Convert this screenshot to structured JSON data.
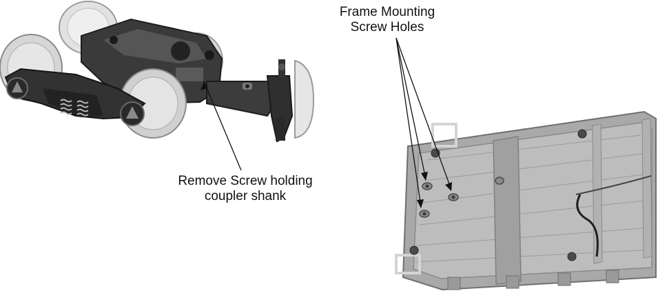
{
  "labels": {
    "coupler_screw": {
      "line1": "Remove Screw holding",
      "line2": "coupler shank"
    },
    "frame_holes": {
      "line1": "Frame Mounting",
      "line2": "Screw Holes"
    }
  },
  "colors": {
    "background": "#ffffff",
    "text": "#111111",
    "leader_line": "#111111",
    "metal_dark": "#2e2e2e",
    "metal_mid": "#6b6b6b",
    "wheel_light": "#e2e2e2",
    "frame_plastic": "#a9a9a9",
    "frame_plastic_dark": "#7f7f7f",
    "frame_plastic_light": "#c4c4c4"
  },
  "icons": {
    "left_figure": "truck-assembly-illustration",
    "right_figure": "car-frame-underside-illustration"
  }
}
